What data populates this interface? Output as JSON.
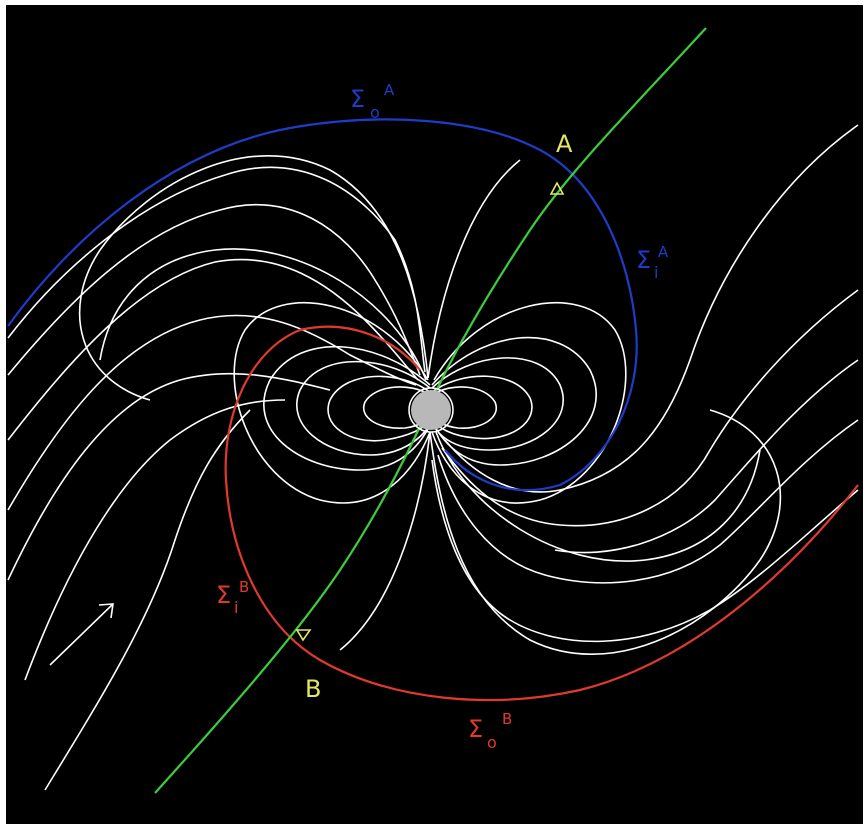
{
  "colors": {
    "background": "#000000",
    "frame": "#ffffff",
    "field_lines": "#ffffff",
    "planet": "#b8b8b8",
    "boundary_A": "#1e3cc8",
    "boundary_B": "#e03a2e",
    "separator": "#3ccd3c",
    "point_labels": "#e6e664"
  },
  "labels": {
    "point_A": "A",
    "point_B": "B",
    "sigma_o_A": {
      "base": "Σ",
      "sub": "o",
      "sup": "A"
    },
    "sigma_i_A": {
      "base": "Σ",
      "sub": "i",
      "sup": "A"
    },
    "sigma_i_B": {
      "base": "Σ",
      "sub": "i",
      "sup": "B"
    },
    "sigma_o_B": {
      "base": "Σ",
      "sub": "o",
      "sup": "B"
    }
  },
  "icons": {
    "flow_arrow": "arrow-up-right-icon",
    "marker_A": "triangle-up-icon",
    "marker_B": "triangle-down-icon"
  }
}
